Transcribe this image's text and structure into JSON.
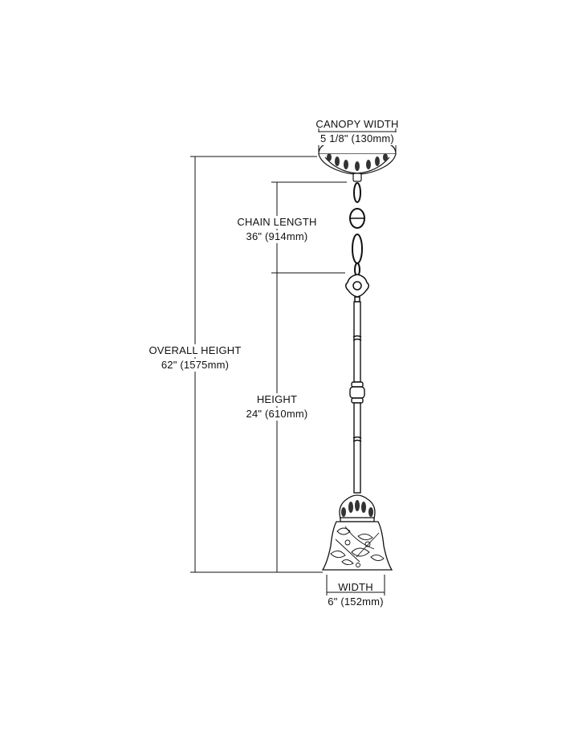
{
  "canopy": {
    "title": "CANOPY WIDTH",
    "value": "5 1/8\" (130mm)"
  },
  "chain": {
    "title": "CHAIN LENGTH",
    "value": "36\" (914mm)"
  },
  "overall": {
    "title": "OVERALL HEIGHT",
    "value": "62\" (1575mm)"
  },
  "height": {
    "title": "HEIGHT",
    "value": "24\" (610mm)"
  },
  "width": {
    "title": "WIDTH",
    "value": "6\" (152mm)"
  }
}
